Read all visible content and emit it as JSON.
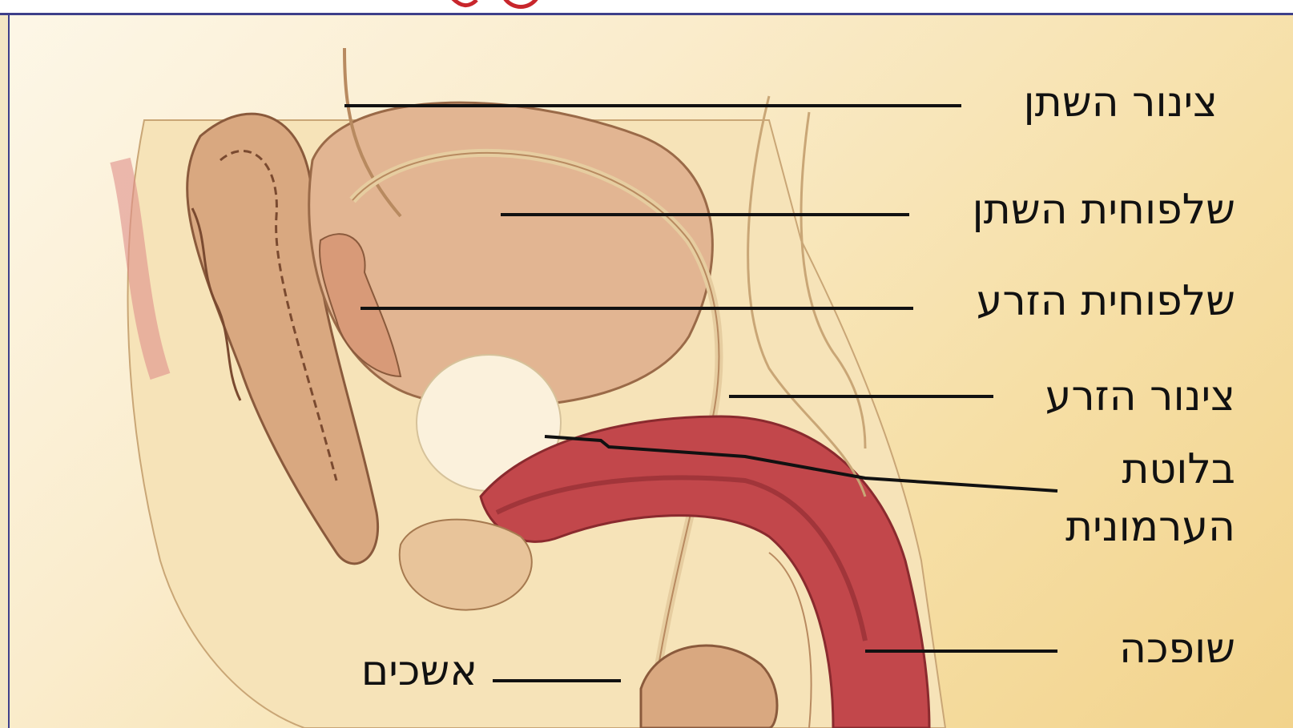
{
  "labels": {
    "urethra": "צינור השתן",
    "bladder": "שלפוחית השתן",
    "seminal_vesicle": "שלפוחית הזרע",
    "vas_deferens": "צינור הזרע",
    "prostate_line1": "בלוטת",
    "prostate_line2": "הערמונית",
    "penis": "שופכה",
    "testes": "אשכים"
  },
  "colors": {
    "background": "#faeccc",
    "border": "#3d3f8a",
    "organ_tan": "#d9a880",
    "organ_pink": "#e7b99a",
    "penis_red": "#b8393f",
    "prostate": "#fbf1dc",
    "leader_line": "#111111"
  }
}
